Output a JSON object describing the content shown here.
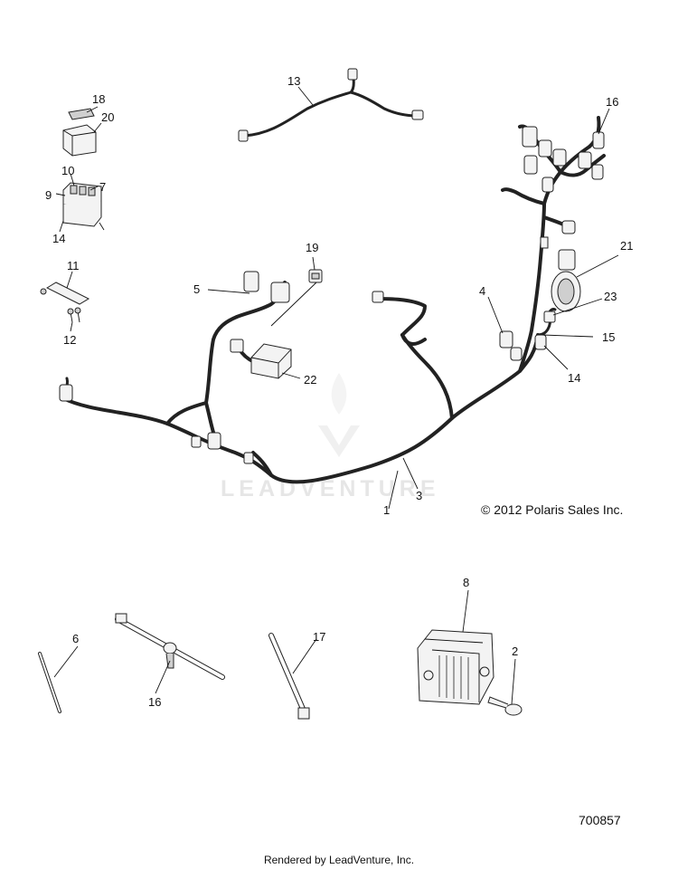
{
  "watermark": {
    "text": "LEADVENTURE"
  },
  "copyright": "© 2012 Polaris Sales Inc.",
  "drawing_number": "700857",
  "footer": "Rendered by LeadVenture, Inc.",
  "callouts": {
    "c1": "1",
    "c2": "2",
    "c3": "3",
    "c4": "4",
    "c5": "5",
    "c6": "6",
    "c7": "7",
    "c8": "8",
    "c9": "9",
    "c10": "10",
    "c11": "11",
    "c12": "12",
    "c13": "13",
    "c14a": "14",
    "c14b": "14",
    "c15": "15",
    "c16a": "16",
    "c16b": "16",
    "c17": "17",
    "c18": "18",
    "c19": "19",
    "c20": "20",
    "c21": "21",
    "c22": "22",
    "c23": "23"
  }
}
